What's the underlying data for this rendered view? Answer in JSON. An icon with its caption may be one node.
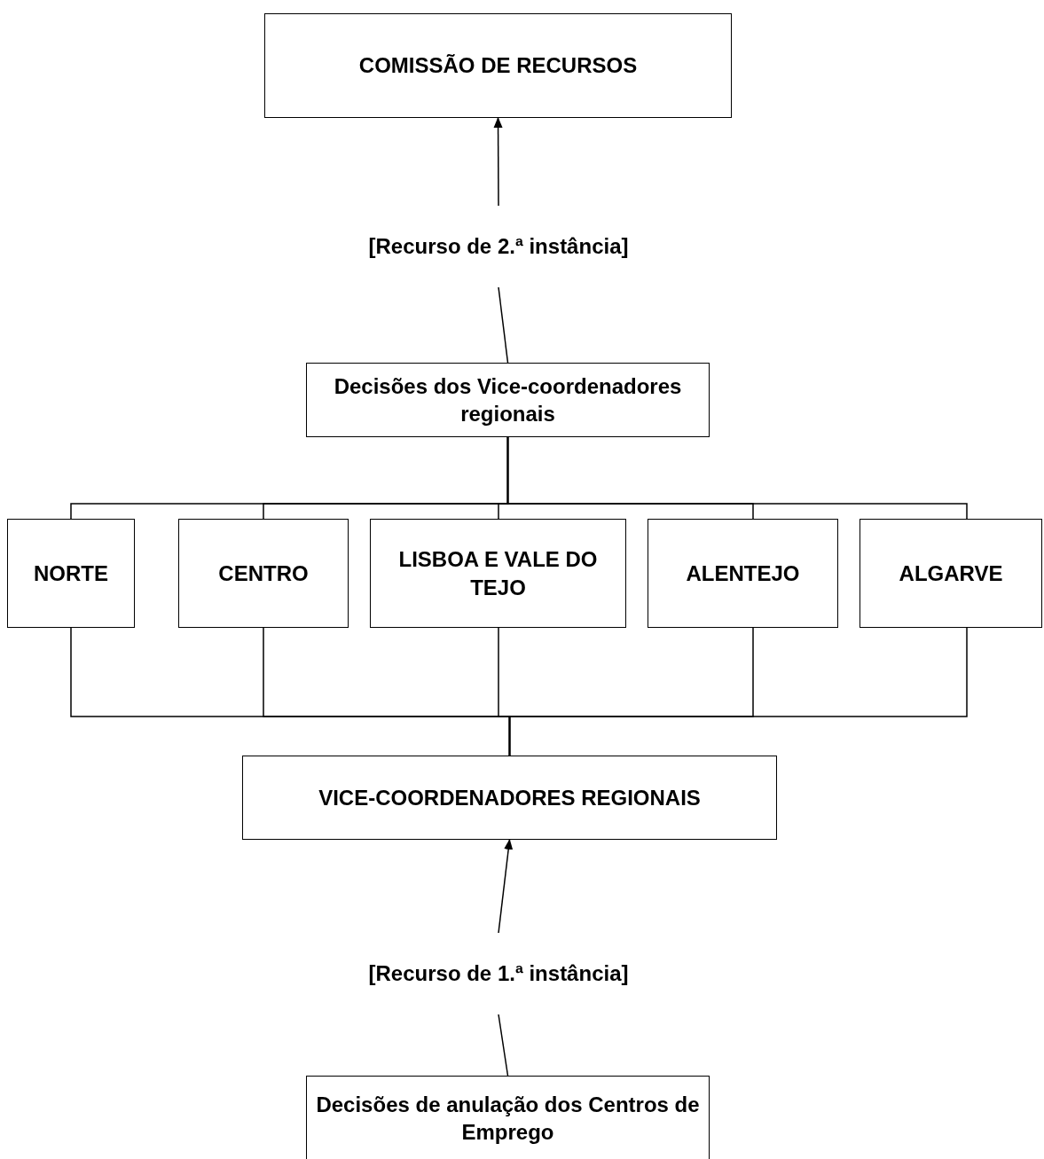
{
  "diagram": {
    "nodes": [
      {
        "text": [
          "COMISSÃO DE RECURSOS"
        ]
      },
      {
        "text": [
          "[Recurso de 2.ª instância]"
        ]
      },
      {
        "text": [
          "Decisões dos Vice-coordenadores regionais"
        ]
      },
      {
        "text": [
          "NORTE"
        ]
      },
      {
        "text": [
          "CENTRO"
        ]
      },
      {
        "text": [
          "LISBOA E VALE DO TEJO"
        ]
      },
      {
        "text": [
          "ALENTEJO"
        ]
      },
      {
        "text": [
          "ALGARVE"
        ]
      },
      {
        "text": [
          "VICE-COORDENADORES REGIONAIS"
        ]
      },
      {
        "text": [
          "[Recurso de 1.ª instância]"
        ]
      },
      {
        "text": [
          "Decisões de anulação dos Centros de Emprego"
        ]
      }
    ],
    "edges": [
      {
        "from": 1,
        "to": 0,
        "arrow": "to"
      },
      {
        "from": 2,
        "to": 1,
        "arrow": "none"
      },
      {
        "from": 2,
        "to": 3,
        "arrow": "none"
      },
      {
        "from": 2,
        "to": 4,
        "arrow": "none"
      },
      {
        "from": 2,
        "to": 5,
        "arrow": "none"
      },
      {
        "from": 2,
        "to": 6,
        "arrow": "none"
      },
      {
        "from": 2,
        "to": 7,
        "arrow": "none"
      },
      {
        "from": 3,
        "to": 8,
        "arrow": "none"
      },
      {
        "from": 4,
        "to": 8,
        "arrow": "none"
      },
      {
        "from": 5,
        "to": 8,
        "arrow": "none"
      },
      {
        "from": 6,
        "to": 8,
        "arrow": "none"
      },
      {
        "from": 7,
        "to": 8,
        "arrow": "none"
      },
      {
        "from": 9,
        "to": 8,
        "arrow": "to"
      },
      {
        "from": 10,
        "to": 9,
        "arrow": "none"
      }
    ]
  }
}
